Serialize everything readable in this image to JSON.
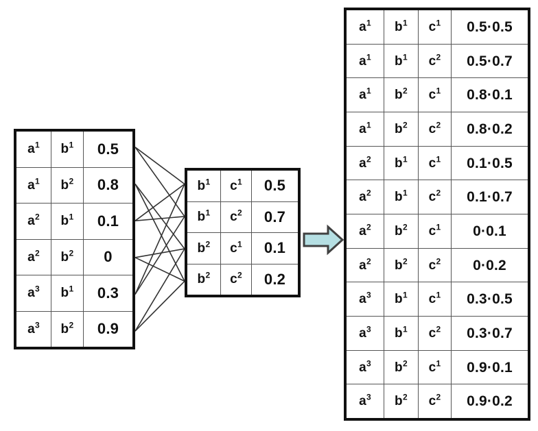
{
  "diagram": {
    "title": "relational join / product diagram",
    "colors": {
      "table_border": "#111111",
      "grid_line": "#555555",
      "connector_line": "#333333",
      "arrow_fill": "#b5dfe3",
      "arrow_stroke": "#404040",
      "background": "#ffffff"
    }
  },
  "left_table": {
    "name": "left-table",
    "columns": 3,
    "rows": [
      {
        "a": "a",
        "a_sup": "1",
        "b": "b",
        "b_sup": "1",
        "value": "0.5"
      },
      {
        "a": "a",
        "a_sup": "1",
        "b": "b",
        "b_sup": "2",
        "value": "0.8"
      },
      {
        "a": "a",
        "a_sup": "2",
        "b": "b",
        "b_sup": "1",
        "value": "0.1"
      },
      {
        "a": "a",
        "a_sup": "2",
        "b": "b",
        "b_sup": "2",
        "value": "0"
      },
      {
        "a": "a",
        "a_sup": "3",
        "b": "b",
        "b_sup": "1",
        "value": "0.3"
      },
      {
        "a": "a",
        "a_sup": "3",
        "b": "b",
        "b_sup": "2",
        "value": "0.9"
      }
    ]
  },
  "middle_table": {
    "name": "middle-table",
    "columns": 3,
    "rows": [
      {
        "b": "b",
        "b_sup": "1",
        "c": "c",
        "c_sup": "1",
        "value": "0.5"
      },
      {
        "b": "b",
        "b_sup": "1",
        "c": "c",
        "c_sup": "2",
        "value": "0.7"
      },
      {
        "b": "b",
        "b_sup": "2",
        "c": "c",
        "c_sup": "1",
        "value": "0.1"
      },
      {
        "b": "b",
        "b_sup": "2",
        "c": "c",
        "c_sup": "2",
        "value": "0.2"
      }
    ]
  },
  "right_table": {
    "name": "right-table",
    "columns": 4,
    "rows": [
      {
        "a": "a",
        "a_sup": "1",
        "b": "b",
        "b_sup": "1",
        "c": "c",
        "c_sup": "1",
        "value": "0.5·0.5"
      },
      {
        "a": "a",
        "a_sup": "1",
        "b": "b",
        "b_sup": "1",
        "c": "c",
        "c_sup": "2",
        "value": "0.5·0.7"
      },
      {
        "a": "a",
        "a_sup": "1",
        "b": "b",
        "b_sup": "2",
        "c": "c",
        "c_sup": "1",
        "value": "0.8·0.1"
      },
      {
        "a": "a",
        "a_sup": "1",
        "b": "b",
        "b_sup": "2",
        "c": "c",
        "c_sup": "2",
        "value": "0.8·0.2"
      },
      {
        "a": "a",
        "a_sup": "2",
        "b": "b",
        "b_sup": "1",
        "c": "c",
        "c_sup": "1",
        "value": "0.1·0.5"
      },
      {
        "a": "a",
        "a_sup": "2",
        "b": "b",
        "b_sup": "1",
        "c": "c",
        "c_sup": "2",
        "value": "0.1·0.7"
      },
      {
        "a": "a",
        "a_sup": "2",
        "b": "b",
        "b_sup": "2",
        "c": "c",
        "c_sup": "1",
        "value": "0·0.1"
      },
      {
        "a": "a",
        "a_sup": "2",
        "b": "b",
        "b_sup": "2",
        "c": "c",
        "c_sup": "2",
        "value": "0·0.2"
      },
      {
        "a": "a",
        "a_sup": "3",
        "b": "b",
        "b_sup": "1",
        "c": "c",
        "c_sup": "1",
        "value": "0.3·0.5"
      },
      {
        "a": "a",
        "a_sup": "3",
        "b": "b",
        "b_sup": "1",
        "c": "c",
        "c_sup": "2",
        "value": "0.3·0.7"
      },
      {
        "a": "a",
        "a_sup": "3",
        "b": "b",
        "b_sup": "2",
        "c": "c",
        "c_sup": "1",
        "value": "0.9·0.1"
      },
      {
        "a": "a",
        "a_sup": "3",
        "b": "b",
        "b_sup": "2",
        "c": "c",
        "c_sup": "2",
        "value": "0.9·0.2"
      }
    ]
  },
  "arrow": {
    "name": "transform-arrow",
    "direction": "right"
  },
  "connectors": {
    "name": "connector-lines",
    "description": "lines joining left-table rows to middle-table rows on matching b value",
    "pairs": [
      [
        0,
        0
      ],
      [
        0,
        1
      ],
      [
        1,
        2
      ],
      [
        1,
        3
      ],
      [
        2,
        0
      ],
      [
        2,
        1
      ],
      [
        3,
        2
      ],
      [
        3,
        3
      ],
      [
        4,
        0
      ],
      [
        4,
        1
      ],
      [
        5,
        2
      ],
      [
        5,
        3
      ]
    ]
  }
}
